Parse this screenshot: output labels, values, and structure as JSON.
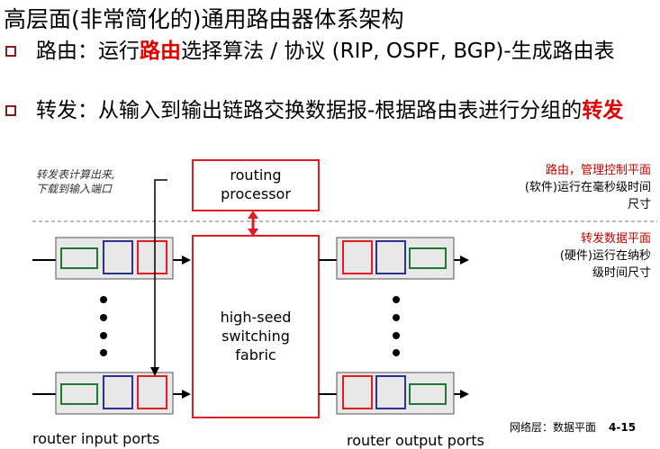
{
  "title": "高层面(非常简化的)通用路由器体系架构",
  "bullets": [
    {
      "pre": "路由：运行",
      "highlight": "路由",
      "post": "选择算法 / 协议 (RIP, OSPF, BGP)-生成路由表"
    },
    {
      "pre": "转发：从输入到输出链路交换数据报-根据路由表进行分组的",
      "highlight": "转发",
      "post": ""
    }
  ],
  "diagram": {
    "left_note": [
      "转发表计算出来,",
      "下载到输入端口"
    ],
    "routing_processor": "routing processor",
    "fabric": "high-seed switching fabric",
    "control_plane": {
      "header": "路由，管理控制平面",
      "line1": "(软件)运行在毫秒级时间",
      "line2": "尺寸"
    },
    "data_plane": {
      "header": "转发数据平面",
      "line1": "(硬件)运行在纳秒",
      "line2": "级时间尺寸"
    },
    "input_label": "router input ports",
    "output_label": "router output ports",
    "colors": {
      "red": "#e31b23",
      "blue": "#2e3192",
      "green": "#1a7a2e",
      "port_fill": "#e8e8e8"
    }
  },
  "footer": {
    "section": "网络层：数据平面",
    "page": "4-15"
  }
}
